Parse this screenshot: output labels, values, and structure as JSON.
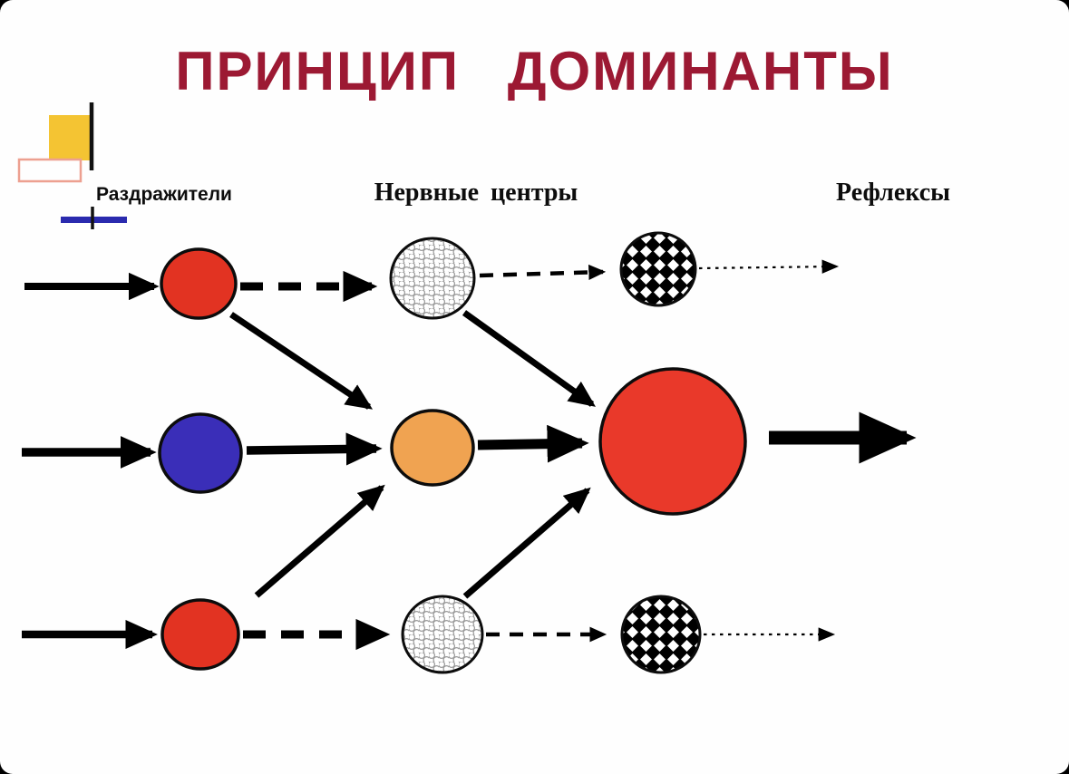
{
  "slide": {
    "title": "ПРИНЦИП ДОМИНАНТЫ",
    "columns": {
      "stimuli": "Раздражители",
      "nerve_centers": "Нервные центры",
      "reflexes": "Рефлексы"
    },
    "colors": {
      "title": "#9c1933",
      "circle_red": "#e23322",
      "circle_blue": "#3a2eb8",
      "circle_orange": "#f0a351",
      "circle_dominant": "#e9392a",
      "outline": "#0c0c0c",
      "arrow": "#000000",
      "decor_yellow": "#f4c433",
      "decor_blue": "#2a2aae",
      "decor_salmon": "#eda090",
      "dot_pattern": "#999999"
    },
    "diagram": {
      "rows": [
        {
          "name": "top",
          "stimulus_node": "red-circle",
          "center_node": "dotted-circle",
          "reflex_node": "checkered-circle",
          "input_arrow": "solid",
          "to_center_arrow": "dashed-thick",
          "to_reflex_arrow": "dashed-medium",
          "output_arrow": "dotted-thin",
          "branch_to_dominant": true
        },
        {
          "name": "middle",
          "stimulus_node": "blue-circle",
          "center_node": "orange-circle",
          "reflex_node": "dominant-red-circle",
          "input_arrow": "solid",
          "to_center_arrow": "solid",
          "to_reflex_arrow": "solid-thick",
          "output_arrow": "solid-extra-thick",
          "branch_to_dominant": false
        },
        {
          "name": "bottom",
          "stimulus_node": "red-circle",
          "center_node": "dotted-circle",
          "reflex_node": "checkered-circle",
          "input_arrow": "solid",
          "to_center_arrow": "dashed-thick",
          "to_reflex_arrow": "dashed-medium",
          "output_arrow": "dotted-thin",
          "branch_to_dominant": true
        }
      ]
    }
  }
}
